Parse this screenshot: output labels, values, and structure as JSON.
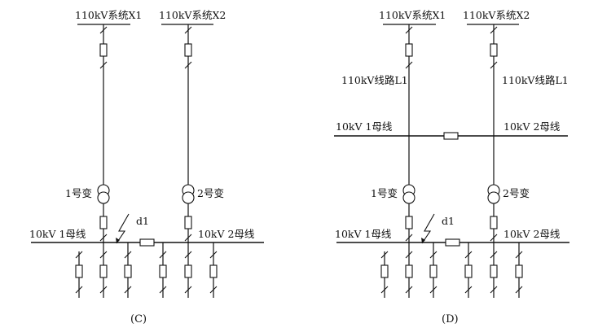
{
  "diagram_c": {
    "caption": "(C)",
    "sys1": "110kV系统X1",
    "sys2": "110kV系统X2",
    "t1": "1号变",
    "t2": "2号变",
    "fault": "d1",
    "bus1": "10kV 1母线",
    "bus2": "10kV 2母线"
  },
  "diagram_d": {
    "caption": "(D)",
    "sys1": "110kV系统X1",
    "sys2": "110kV系统X2",
    "line1": "110kV线路L1",
    "line2": "110kV线路L1",
    "hv_bus1": "10kV 1母线",
    "hv_bus2": "10kV 2母线",
    "t1": "1号变",
    "t2": "2号变",
    "fault": "d1",
    "bus1": "10kV 1母线",
    "bus2": "10kV 2母线"
  }
}
